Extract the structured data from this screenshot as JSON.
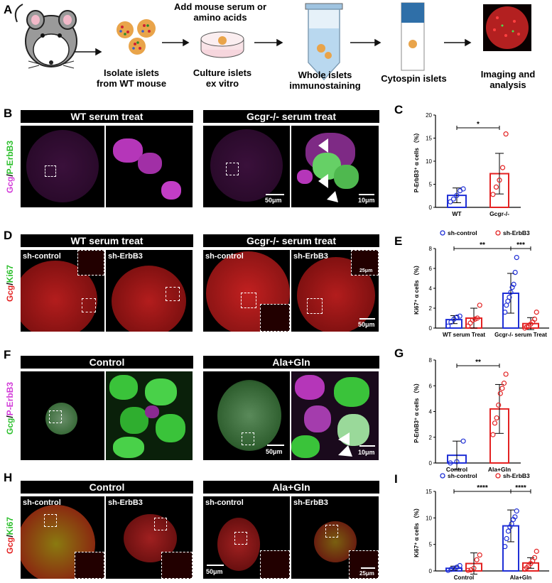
{
  "panels": {
    "A": "A",
    "B": "B",
    "C": "C",
    "D": "D",
    "E": "E",
    "F": "F",
    "G": "G",
    "H": "H",
    "I": "I"
  },
  "workflow": {
    "steps": [
      {
        "label": "Isolate islets\nfrom WT mouse"
      },
      {
        "label": "Add mouse serum or\namino acids"
      },
      {
        "label": "Culture islets\nex vitro"
      },
      {
        "label": "Whole islets\nimmunostaining"
      },
      {
        "label": "Cytospin islets"
      },
      {
        "label": "Imaging and\nanalysis"
      }
    ]
  },
  "rowB": {
    "banners": [
      "WT serum treat",
      "Gcgr-/- serum treat"
    ],
    "ylabel": [
      "Gcg",
      "/",
      "P-ErbB3"
    ],
    "scale": [
      "50μm",
      "10μm"
    ]
  },
  "rowD": {
    "banners": [
      "WT serum treat",
      "Gcgr-/- serum treat"
    ],
    "ylabel": [
      "Gcg",
      "/",
      "Ki67"
    ],
    "tiles": [
      "sh-control",
      "sh-ErbB3",
      "sh-control",
      "sh-ErbB3"
    ],
    "scale": [
      "25μm",
      "50μm"
    ]
  },
  "rowF": {
    "banners": [
      "Control",
      "Ala+Gln"
    ],
    "ylabel": [
      "Gcg",
      "/",
      "P-ErbB3"
    ],
    "scale": [
      "50μm",
      "10μm"
    ]
  },
  "rowH": {
    "banners": [
      "Control",
      "Ala+Gln"
    ],
    "ylabel": [
      "Gcg",
      "/",
      "Ki67"
    ],
    "tiles": [
      "sh-control",
      "sh-ErbB3",
      "sh-control",
      "sh-ErbB3"
    ],
    "scale": [
      "50μm",
      "25μm"
    ]
  },
  "colors": {
    "blue": "#1f2fd6",
    "red": "#e32222",
    "magenta": "#d23ad8",
    "green": "#3ee23e"
  },
  "chart_data": [
    {
      "id": "C",
      "type": "bar",
      "categories": [
        "WT",
        "Gcgr-/-"
      ],
      "values": [
        2.6,
        7.3
      ],
      "errors": [
        1.6,
        4.4
      ],
      "points": [
        [
          1.2,
          1.8,
          2.6,
          3.6,
          4.0
        ],
        [
          2.8,
          4.4,
          5.9,
          8.6,
          15.9
        ]
      ],
      "colors": [
        "#1f2fd6",
        "#e32222"
      ],
      "ylabel": "P-ErbB3⁺ α cells （%）",
      "ylim": [
        0,
        20
      ],
      "yticks": [
        0,
        5,
        10,
        15,
        20
      ],
      "sig": [
        {
          "from": 0,
          "to": 1,
          "label": "*"
        }
      ]
    },
    {
      "id": "E",
      "type": "bar",
      "legend": [
        "sh-control",
        "sh-ErbB3"
      ],
      "groups": [
        "WT serum Treat",
        "Gcgr-/- serum Treat"
      ],
      "series": [
        {
          "name": "sh-control",
          "color": "#1f2fd6",
          "values": [
            0.85,
            3.5
          ],
          "errors": [
            0.4,
            2.0
          ],
          "points": [
            [
              0.2,
              0.6,
              0.9,
              1.1,
              1.2
            ],
            [
              1.6,
              2.3,
              2.7,
              3.1,
              3.6,
              4.1,
              4.4,
              5.6,
              7.1
            ]
          ]
        },
        {
          "name": "sh-ErbB3",
          "color": "#e32222",
          "values": [
            1.0,
            0.45
          ],
          "errors": [
            1.0,
            0.6
          ],
          "points": [
            [
              0.2,
              0.5,
              0.8,
              0.9,
              1.0,
              2.3
            ],
            [
              0.0,
              0.1,
              0.2,
              0.4,
              0.6,
              0.9,
              1.6
            ]
          ]
        }
      ],
      "ylabel": "Ki67⁺ α cells （%）",
      "ylim": [
        0,
        8
      ],
      "yticks": [
        0,
        2,
        4,
        6,
        8
      ],
      "sig": [
        {
          "from": [
            0,
            0
          ],
          "to": [
            1,
            0
          ],
          "label": "**"
        },
        {
          "from": [
            1,
            0
          ],
          "to": [
            1,
            1
          ],
          "label": "***"
        }
      ]
    },
    {
      "id": "G",
      "type": "bar",
      "categories": [
        "Control",
        "Ala+Gln"
      ],
      "values": [
        0.6,
        4.2
      ],
      "errors": [
        1.1,
        1.9
      ],
      "points": [
        [
          0.0,
          0.1,
          1.7
        ],
        [
          2.2,
          3.1,
          3.5,
          4.5,
          5.4,
          5.8,
          6.2,
          6.9
        ]
      ],
      "colors": [
        "#1f2fd6",
        "#e32222"
      ],
      "ylabel": "P-ErbB3⁺ α cells （%）",
      "ylim": [
        0,
        8
      ],
      "yticks": [
        0,
        2,
        4,
        6,
        8
      ],
      "sig": [
        {
          "from": 0,
          "to": 1,
          "label": "**"
        }
      ]
    },
    {
      "id": "I",
      "type": "bar",
      "legend": [
        "sh-control",
        "sh-ErbB3"
      ],
      "groups": [
        "Control",
        "Ala+Gln"
      ],
      "series": [
        {
          "name": "sh-control",
          "color": "#1f2fd6",
          "values": [
            0.5,
            8.5
          ],
          "errors": [
            0.4,
            3.0
          ],
          "points": [
            [
              0.1,
              0.3,
              0.5,
              0.7,
              1.0
            ],
            [
              4.6,
              6.1,
              7.5,
              8.3,
              8.9,
              9.7,
              10.2,
              11.3
            ]
          ]
        },
        {
          "name": "sh-ErbB3",
          "color": "#e32222",
          "values": [
            1.4,
            1.5
          ],
          "errors": [
            2.0,
            1.0
          ],
          "points": [
            [
              0.1,
              0.2,
              0.5,
              2.1,
              3.0
            ],
            [
              0.3,
              0.6,
              1.0,
              1.4,
              1.9,
              2.5,
              3.7
            ]
          ]
        }
      ],
      "ylabel": "Ki67⁺ α cells （%）",
      "ylim": [
        0,
        15
      ],
      "yticks": [
        0,
        5,
        10,
        15
      ],
      "sig": [
        {
          "from": [
            0,
            0
          ],
          "to": [
            1,
            0
          ],
          "label": "****"
        },
        {
          "from": [
            1,
            0
          ],
          "to": [
            1,
            1
          ],
          "label": "****"
        }
      ]
    }
  ]
}
